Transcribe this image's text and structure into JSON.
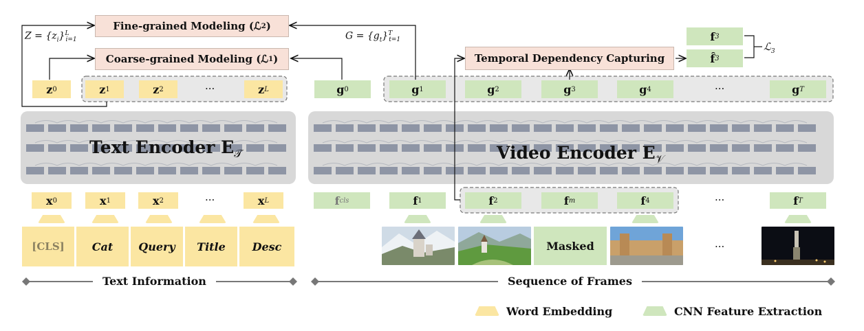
{
  "modules": {
    "fine_grained": "Fine-grained Modeling (ℒ",
    "fine_grained_sub": "2",
    "coarse_grained": "Coarse-grained Modeling (ℒ",
    "coarse_grained_sub": "1",
    "temporal": "Temporal Dependency Capturing",
    "text_encoder": "Text Encoder E",
    "text_encoder_sub": "𝒯",
    "video_encoder": "Video Encoder E",
    "video_encoder_sub": "𝒱"
  },
  "formulas": {
    "z_set": "Z = {z",
    "g_set": "G = {g",
    "loss3": "ℒ",
    "loss3_sub": "3"
  },
  "text_outputs": [
    "z",
    "z",
    "z",
    "z"
  ],
  "text_output_subs": [
    "0",
    "1",
    "2",
    "L"
  ],
  "video_outputs": [
    "g",
    "g",
    "g",
    "g",
    "g",
    "g"
  ],
  "video_output_subs": [
    "0",
    "1",
    "2",
    "3",
    "4",
    "T"
  ],
  "text_inputs": [
    "x",
    "x",
    "x",
    "x"
  ],
  "text_input_subs": [
    "0",
    "1",
    "2",
    "L"
  ],
  "video_inputs": [
    "f",
    "f",
    "f",
    "f",
    "f",
    "f"
  ],
  "video_input_subs": [
    "cls",
    "1",
    "2",
    "m",
    "4",
    "T"
  ],
  "targets": {
    "f": "f",
    "f_sub": "3",
    "fhat": "f̂",
    "fhat_sub": "3"
  },
  "words": [
    "[CLS]",
    "Cat",
    "Query",
    "Title",
    "Desc"
  ],
  "masked_label": "Masked",
  "ellipsis": "···",
  "sections": {
    "text_info": "Text Information",
    "frames": "Sequence of Frames"
  },
  "legend": {
    "word_embedding": "Word Embedding",
    "cnn_feature": "CNN Feature Extraction"
  },
  "colors": {
    "yellow": "#fbe6a2",
    "green": "#cfe6bd",
    "pink": "#f8e1d8",
    "encoder_gray": "#d6d6d6",
    "block_gray": "#8e95a5"
  }
}
